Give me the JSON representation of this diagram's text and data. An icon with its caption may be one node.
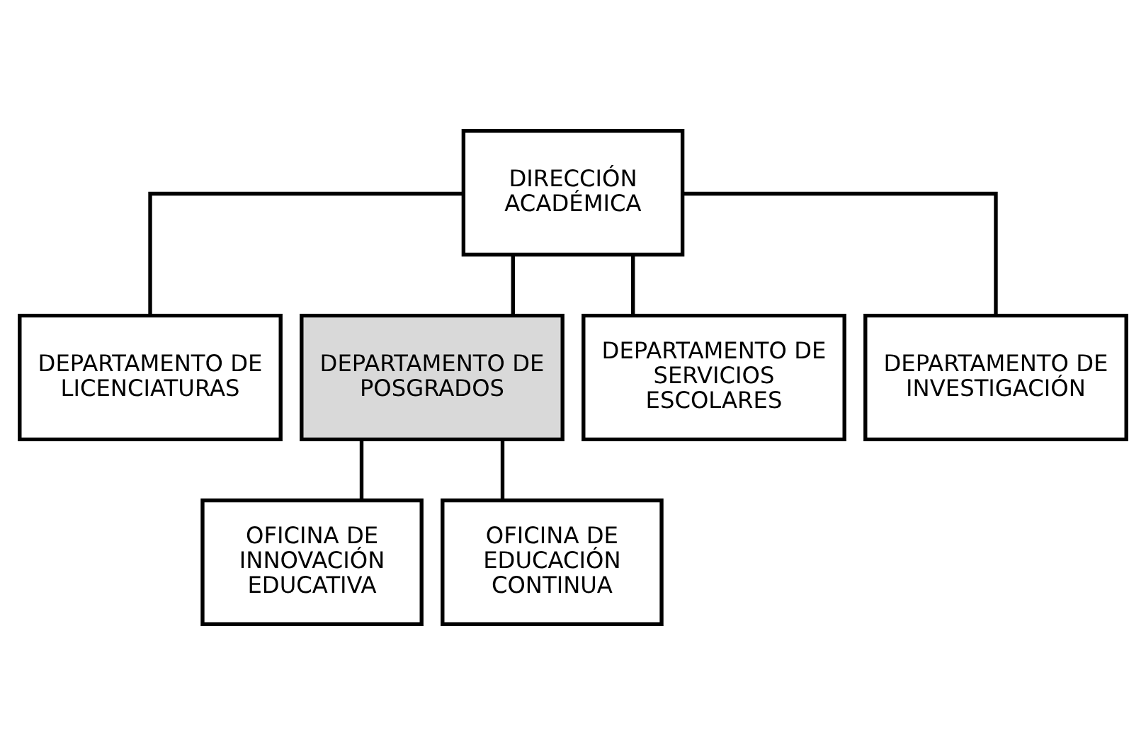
{
  "diagram": {
    "nodes": [
      {
        "text": [
          "DIRECCIÓN ACADÉMICA"
        ]
      },
      {
        "text": [
          "DEPARTAMENTO DE LICENCIATURAS"
        ]
      },
      {
        "text": [
          "DEPARTAMENTO DE POSGRADOS"
        ]
      },
      {
        "text": [
          "DEPARTAMENTO DE SERVICIOS ESCOLARES"
        ]
      },
      {
        "text": [
          "DEPARTAMENTO DE INVESTIGACIÓN"
        ]
      },
      {
        "text": [
          "OFICINA DE INNOVACIÓN EDUCATIVA"
        ]
      },
      {
        "text": [
          "OFICINA DE EDUCACIÓN CONTINUA"
        ]
      }
    ],
    "edges": [
      {
        "from": 0,
        "to": 1,
        "arrow": "none"
      },
      {
        "from": 0,
        "to": 2,
        "arrow": "none"
      },
      {
        "from": 0,
        "to": 3,
        "arrow": "none"
      },
      {
        "from": 0,
        "to": 4,
        "arrow": "none"
      },
      {
        "from": 2,
        "to": 5,
        "arrow": "none"
      },
      {
        "from": 2,
        "to": 6,
        "arrow": "none"
      }
    ]
  }
}
